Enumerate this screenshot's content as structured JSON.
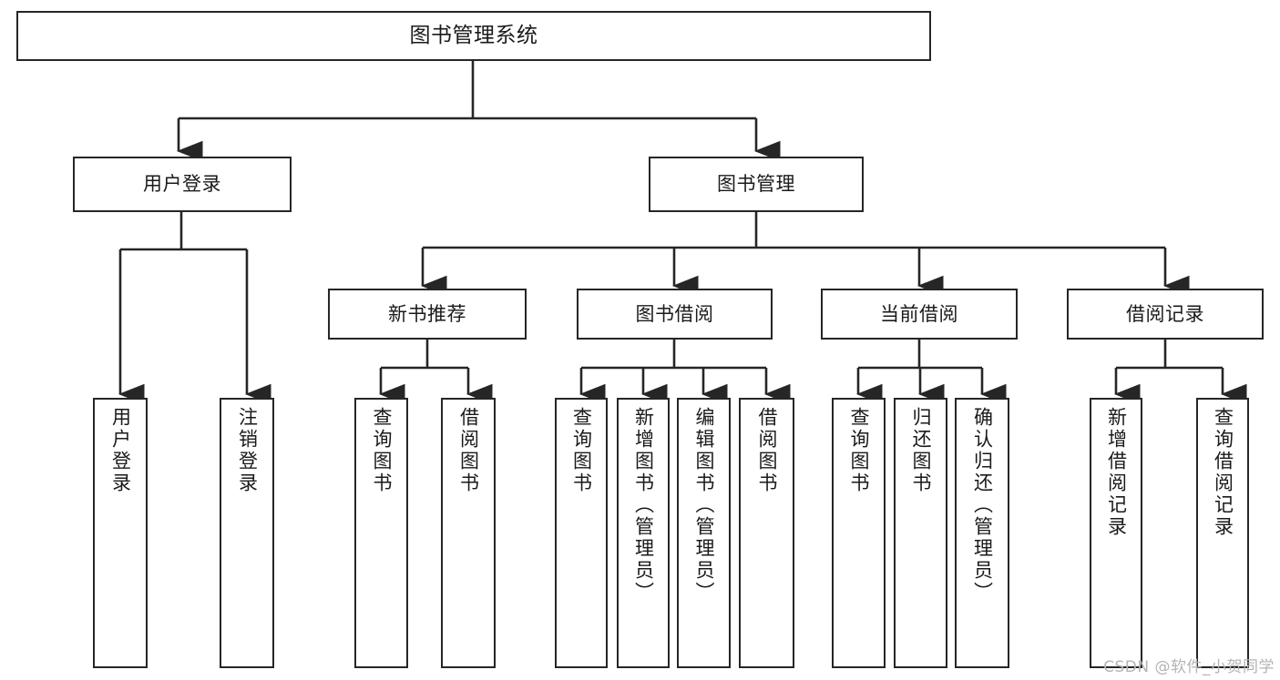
{
  "diagram": {
    "title": "图书管理系统",
    "watermark": "CSDN @软件_小贺同学",
    "colors": {
      "stroke": "#262626",
      "background": "#ffffff",
      "text": "#1a1a1a",
      "watermark": "#b4b4b4"
    },
    "root": {
      "label": "图书管理系统"
    },
    "level2": [
      {
        "label": "用户登录"
      },
      {
        "label": "图书管理"
      }
    ],
    "level3": [
      {
        "label": "新书推荐"
      },
      {
        "label": "图书借阅"
      },
      {
        "label": "当前借阅"
      },
      {
        "label": "借阅记录"
      }
    ],
    "leaves": {
      "user_login": [
        {
          "label": "用户登录"
        },
        {
          "label": "注销登录"
        }
      ],
      "new_book_recommend": [
        {
          "label": "查询图书"
        },
        {
          "label": "借阅图书"
        }
      ],
      "book_borrow": [
        {
          "label": "查询图书"
        },
        {
          "label": "新增图书（管理员）"
        },
        {
          "label": "编辑图书（管理员）"
        },
        {
          "label": "借阅图书"
        }
      ],
      "current_borrow": [
        {
          "label": "查询图书"
        },
        {
          "label": "归还图书"
        },
        {
          "label": "确认归还（管理员）"
        }
      ],
      "borrow_records": [
        {
          "label": "新增借阅记录"
        },
        {
          "label": "查询借阅记录"
        }
      ]
    }
  }
}
